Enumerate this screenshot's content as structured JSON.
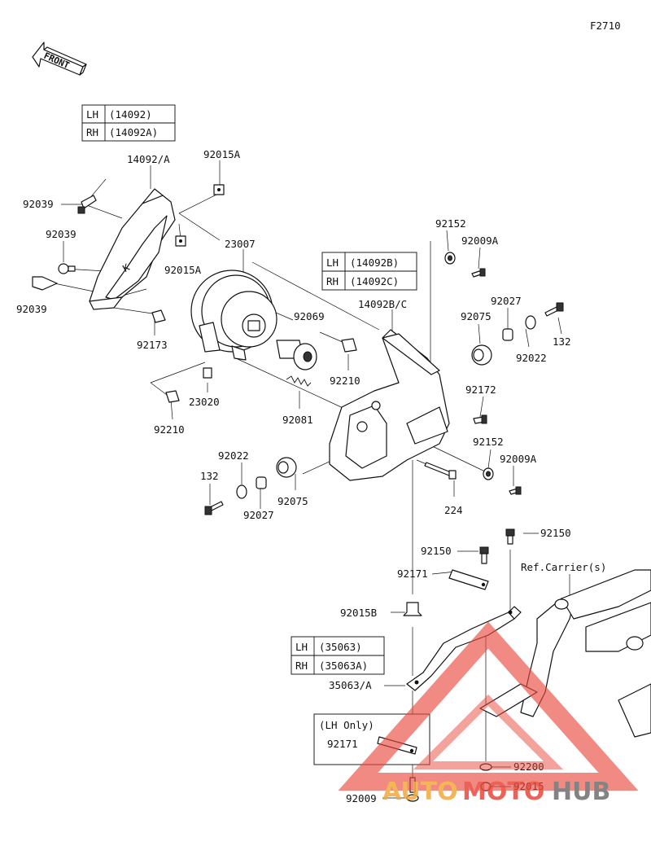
{
  "figure_code": "F2710",
  "front_arrow": "FRONT",
  "tables": {
    "headlight_left": {
      "rows": [
        [
          "LH",
          "(14092)"
        ],
        [
          "RH",
          "(14092A)"
        ]
      ]
    },
    "cover": {
      "rows": [
        [
          "LH",
          "(14092B)"
        ],
        [
          "RH",
          "(14092C)"
        ]
      ]
    },
    "bracket": {
      "rows": [
        [
          "LH",
          "(35063)"
        ],
        [
          "RH",
          "(35063A)"
        ]
      ]
    }
  },
  "lh_only_box": {
    "title": "(LH Only)",
    "part": "92171"
  },
  "labels": {
    "p14092a": "14092/A",
    "p92015a_top": "92015A",
    "p92039_a": "92039",
    "p92039_b": "92039",
    "p92039_c": "92039",
    "p92015a_mid": "92015A",
    "p23007": "23007",
    "p92173": "92173",
    "p92069": "92069",
    "p92210_a": "92210",
    "p92210_b": "92210",
    "p23020": "23020",
    "p92081": "92081",
    "p14092bc": "14092B/C",
    "p92152_a": "92152",
    "p92009a_a": "92009A",
    "p92075_a": "92075",
    "p92027_a": "92027",
    "p132_a": "132",
    "p92022_a": "92022",
    "p92172": "92172",
    "p92152_b": "92152",
    "p92009a_b": "92009A",
    "p224": "224",
    "p92022_b": "92022",
    "p132_b": "132",
    "p92027_b": "92027",
    "p92075_b": "92075",
    "p92150_a": "92150",
    "p92150_b": "92150",
    "p92171": "92171",
    "ref_carrier": "Ref.Carrier(s)",
    "p92015b": "92015B",
    "p35063a": "35063/A",
    "p92200": "92200",
    "p92015": "92015",
    "p92009": "92009"
  },
  "watermark": {
    "part1": "AUTO",
    "part2": "MOTO",
    "part3": "HUB"
  },
  "colors": {
    "watermark_red": "#e8483c",
    "watermark_orange": "#f2a93b",
    "watermark_gray": "#6e6e6e"
  }
}
